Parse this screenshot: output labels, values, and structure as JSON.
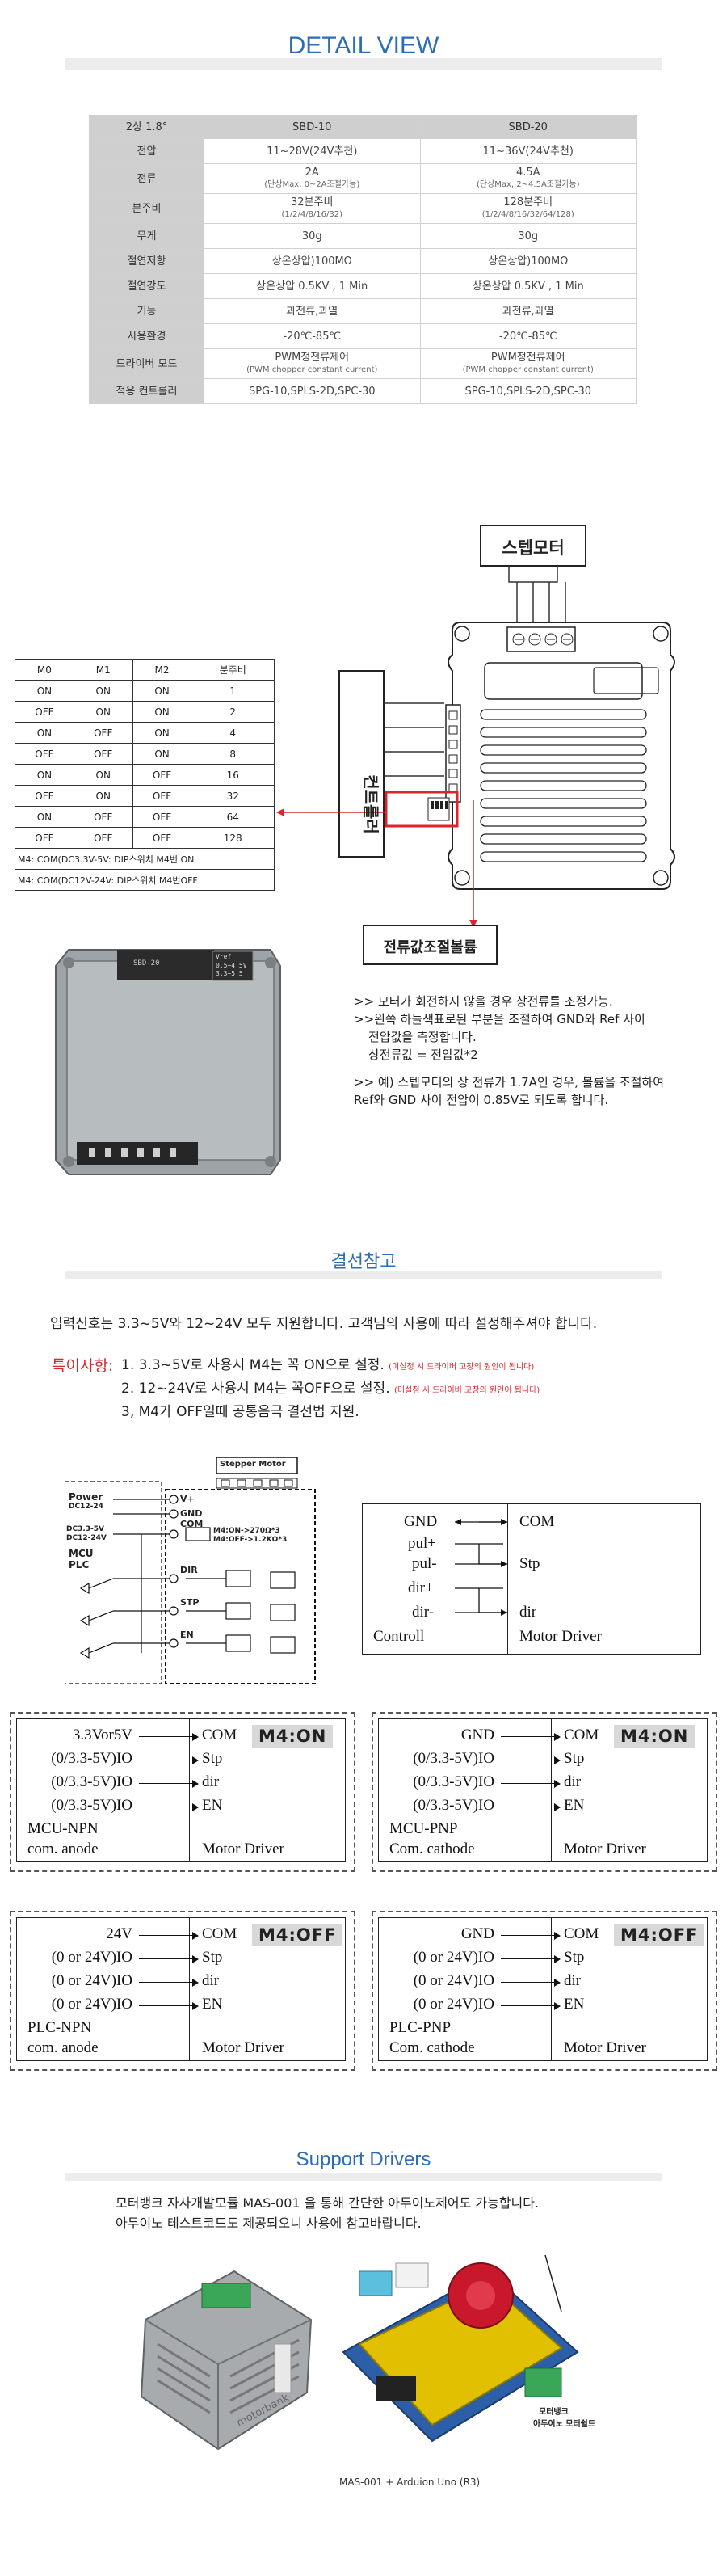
{
  "detail": {
    "title": "DETAIL VIEW",
    "table": {
      "header": [
        "2상 1.8°",
        "SBD-10",
        "SBD-20"
      ],
      "rows": [
        {
          "label": "전압",
          "c1": "11~28V(24V추천)",
          "c1s": "",
          "c2": "11~36V(24V추천)",
          "c2s": ""
        },
        {
          "label": "전류",
          "c1": "2A",
          "c1s": "(단상Max, 0~2A조절가능)",
          "c2": "4.5A",
          "c2s": "(단상Max, 2~4.5A조절가능)"
        },
        {
          "label": "분주비",
          "c1": "32분주비",
          "c1s": "(1/2/4/8/16/32)",
          "c2": "128분주비",
          "c2s": "(1/2/4/8/16/32/64/128)"
        },
        {
          "label": "무게",
          "c1": "30g",
          "c1s": "",
          "c2": "30g",
          "c2s": ""
        },
        {
          "label": "절연저항",
          "c1": "상온상압)100MΩ",
          "c1s": "",
          "c2": "상온상압)100MΩ",
          "c2s": ""
        },
        {
          "label": "절연강도",
          "c1": "상온상압 0.5KV , 1 Min",
          "c1s": "",
          "c2": "상온상압 0.5KV , 1 Min",
          "c2s": ""
        },
        {
          "label": "기능",
          "c1": "과전류,과열",
          "c1s": "",
          "c2": "과전류,과열",
          "c2s": ""
        },
        {
          "label": "사용환경",
          "c1": "-20℃-85℃",
          "c1s": "",
          "c2": "-20℃-85℃",
          "c2s": ""
        },
        {
          "label": "드라이버 모드",
          "c1": "PWM정전류제어",
          "c1s": "(PWM chopper constant current)",
          "c2": "PWM정전류제어",
          "c2s": "(PWM chopper constant current)"
        },
        {
          "label": "적용 컨트롤러",
          "c1": "SPG-10,SPLS-2D,SPC-30",
          "c1s": "",
          "c2": "SPG-10,SPLS-2D,SPC-30",
          "c2s": ""
        }
      ]
    }
  },
  "board": {
    "motor_label": "스텝모터",
    "controller_label": "컨트롤러",
    "current_label": "전류값조절볼륨",
    "notes": [
      ">> 모터가 회전하지 않을 경우 상전류를 조정가능.",
      ">>왼쪽 하늘색표로된 부분을 조절하여 GND와 Ref 사이",
      "전압값을 측정합니다.",
      "상전류값 = 전압값*2",
      ">> 예) 스텝모터의 상 전류가 1.7A인 경우, 볼륨을 조절하여",
      "Ref와 GND 사이 전압이 0.85V로 되도록 합니다."
    ],
    "label_text": [
      "Vref",
      "0.5~4.5V",
      "3.3~5.5"
    ],
    "chip_text": "SBD-20"
  },
  "dip": {
    "header": [
      "M0",
      "M1",
      "M2",
      "분주비"
    ],
    "rows": [
      [
        "ON",
        "ON",
        "ON",
        "1"
      ],
      [
        "OFF",
        "ON",
        "ON",
        "2"
      ],
      [
        "ON",
        "OFF",
        "ON",
        "4"
      ],
      [
        "OFF",
        "OFF",
        "ON",
        "8"
      ],
      [
        "ON",
        "ON",
        "OFF",
        "16"
      ],
      [
        "OFF",
        "ON",
        "OFF",
        "32"
      ],
      [
        "ON",
        "OFF",
        "OFF",
        "64"
      ],
      [
        "OFF",
        "OFF",
        "OFF",
        "128"
      ]
    ],
    "note1": "M4: COM(DC3.3V-5V: DIP스위치 M4번 ON",
    "note2": "M4: COM(DC12V-24V: DIP스위치 M4번OFF"
  },
  "wiring": {
    "title": "결선참고",
    "intro": "입력신호는 3.3~5V와 12~24V 모두 지원합니다. 고객님의 사용에 따라 설정해주셔야 합니다.",
    "special_label": "특이사항:",
    "items": [
      {
        "text": "1.  3.3~5V로 사용시 M4는 꼭 ON으로 설정.",
        "note": "(미설정 시 드라이버 고장의 원인이 됩니다)"
      },
      {
        "text": "2. 12~24V로 사용시 M4는 꼭OFF으로 설정.",
        "note": "(미설정 시 드라이버 고장의 원인이 됩니다)"
      },
      {
        "text": "3, M4가 OFF일때 공통음극 결선법 지원.",
        "note": ""
      }
    ],
    "schem": {
      "stepper": "Stepper Motor",
      "power": "Power",
      "power_v": "DC12-24",
      "dc1": "DC3.3-5V",
      "dc2": "DC12-24V",
      "mcu": "MCU",
      "plc": "PLC",
      "pins": [
        "V+",
        "GND",
        "COM",
        "DIR",
        "STP",
        "EN"
      ],
      "m4on": "M4:ON->270Ω*3",
      "m4off": "M4:OFF->1.2KΩ*3"
    },
    "basic": {
      "left": [
        "GND",
        "pul+",
        "pul-",
        "dir+",
        "dir-",
        "Controll"
      ],
      "right": [
        "COM",
        "Stp",
        "dir",
        "Motor Driver"
      ]
    },
    "panels": [
      {
        "badge": "M4:ON",
        "left": [
          "3.3Vor5V",
          "(0/3.3-5V)IO",
          "(0/3.3-5V)IO",
          "(0/3.3-5V)IO"
        ],
        "name1": "MCU-NPN",
        "name2": "com. anode",
        "right": [
          "COM",
          "Stp",
          "dir",
          "EN"
        ],
        "driver": "Motor Driver"
      },
      {
        "badge": "M4:ON",
        "left": [
          "GND",
          "(0/3.3-5V)IO",
          "(0/3.3-5V)IO",
          "(0/3.3-5V)IO"
        ],
        "name1": "MCU-PNP",
        "name2": "Com. cathode",
        "right": [
          "COM",
          "Stp",
          "dir",
          "EN"
        ],
        "driver": "Motor Driver"
      },
      {
        "badge": "M4:OFF",
        "left": [
          "24V",
          "(0  or  24V)IO",
          "(0 or 24V)IO",
          "(0 or 24V)IO"
        ],
        "name1": "PLC-NPN",
        "name2": "com. anode",
        "right": [
          "COM",
          "Stp",
          "dir",
          "EN"
        ],
        "driver": "Motor Driver"
      },
      {
        "badge": "M4:OFF",
        "left": [
          "GND",
          "(0  or  24V)IO",
          "(0 or 24V)IO",
          "(0 or 24V)IO"
        ],
        "name1": "PLC-PNP",
        "name2": "Com. cathode",
        "right": [
          "COM",
          "Stp",
          "dir",
          "EN"
        ],
        "driver": "Motor Driver"
      }
    ]
  },
  "support": {
    "title": "Support Drivers",
    "line1": "모터뱅크 자사개발모듈 MAS-001 을 통해 간단한 아두이노제어도 가능합니다.",
    "line2": "아두이노 테스트코드도 제공되오니 사용에 참고바랍니다.",
    "brand": "motorbank",
    "shield_label1": "모터뱅크",
    "shield_label2": "아두이노 모터쉴드",
    "caption": "MAS-001  +  Arduion Uno (R3)"
  }
}
